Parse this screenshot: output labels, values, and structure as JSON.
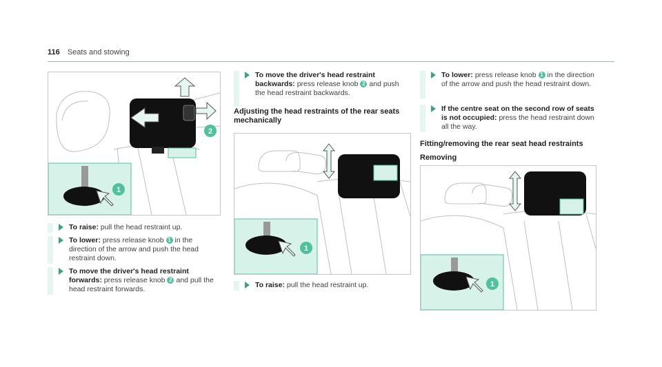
{
  "header": {
    "page_number": "116",
    "section": "Seats and stowing"
  },
  "col1": {
    "step1": {
      "lead": "To raise:",
      "text": "pull the head restraint up."
    },
    "step2": {
      "lead": "To lower:",
      "text_a": "press release knob",
      "knob": "1",
      "text_b": "in the direction of the arrow and push the head restraint down."
    },
    "step3": {
      "lead": "To move the driver's head restraint forwards:",
      "text_a": "press release knob",
      "knob": "2",
      "text_b": "and pull the head restraint forwards."
    },
    "callouts": [
      "1",
      "2"
    ]
  },
  "col2": {
    "step1": {
      "lead": "To move the driver's head restraint backwards:",
      "text_a": "press release knob",
      "knob": "2",
      "text_b": "and push the head restraint backwards."
    },
    "heading": "Adjusting the head restraints of the rear seats mechanically",
    "step2": {
      "lead": "To raise:",
      "text": "pull the head restraint up."
    },
    "callouts": [
      "1"
    ]
  },
  "col3": {
    "step1": {
      "lead": "To lower:",
      "text_a": "press release knob",
      "knob": "1",
      "text_b": "in the direction of the arrow and push the head restraint down."
    },
    "step2": {
      "lead": "If the centre seat on the second row of seats is not occupied:",
      "text": "press the head restraint down all the way."
    },
    "heading": "Fitting/removing the rear seat head restraints",
    "subheading": "Removing",
    "callouts": [
      "1"
    ]
  },
  "colors": {
    "accent": "#4fc19b",
    "inset": "#d7f2e8",
    "arrow": "#3aa57d",
    "step_bar": "#e5f5ef"
  }
}
